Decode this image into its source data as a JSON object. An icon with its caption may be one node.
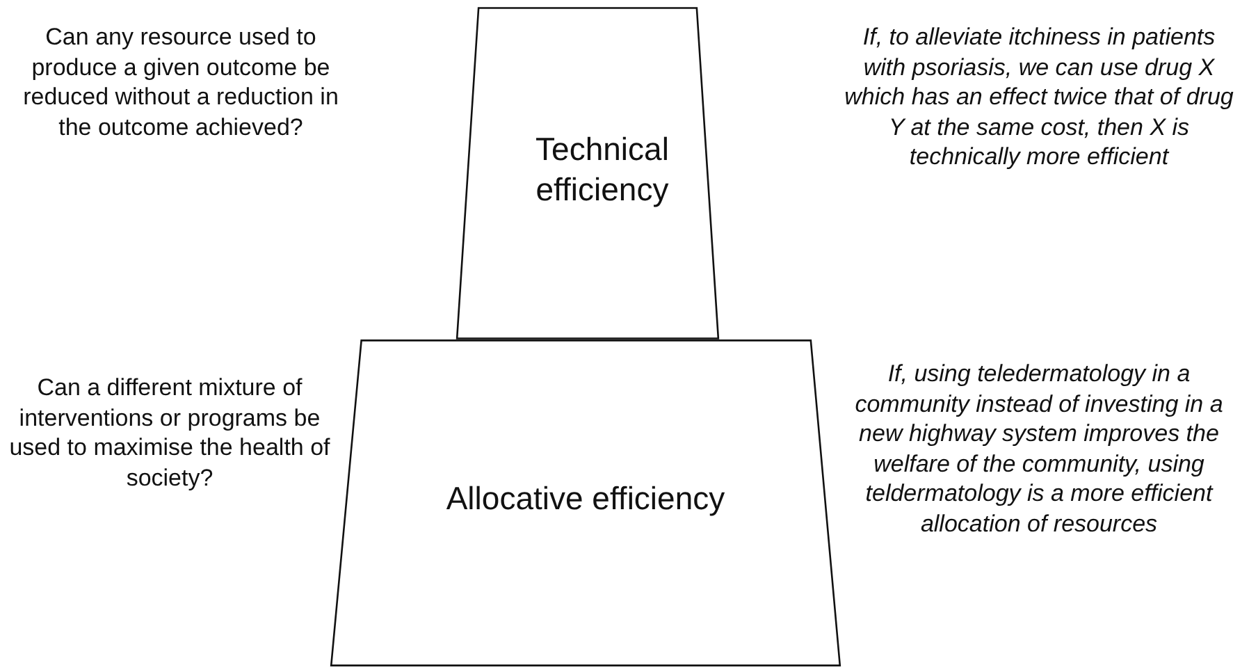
{
  "diagram": {
    "nodes": [
      {
        "text": [
          "Technical efficiency"
        ]
      },
      {
        "text": [
          "Allocative efficiency"
        ]
      }
    ],
    "labels": [
      "Can any resource used to produce a given outcome be reduced without a reduction in the outcome achieved?",
      "If, to alleviate itchiness in patients with psoriasis, we can use drug X which has an effect twice that of drug Y at the same cost, then X is technically more efficient",
      "Can a different mixture of interventions or programs be used to maximise the health of society?",
      "If, using teledermatology in a community instead of investing in a new highway system improves the welfare of the community, using teldermatology is a more efficient allocation of resources"
    ]
  }
}
